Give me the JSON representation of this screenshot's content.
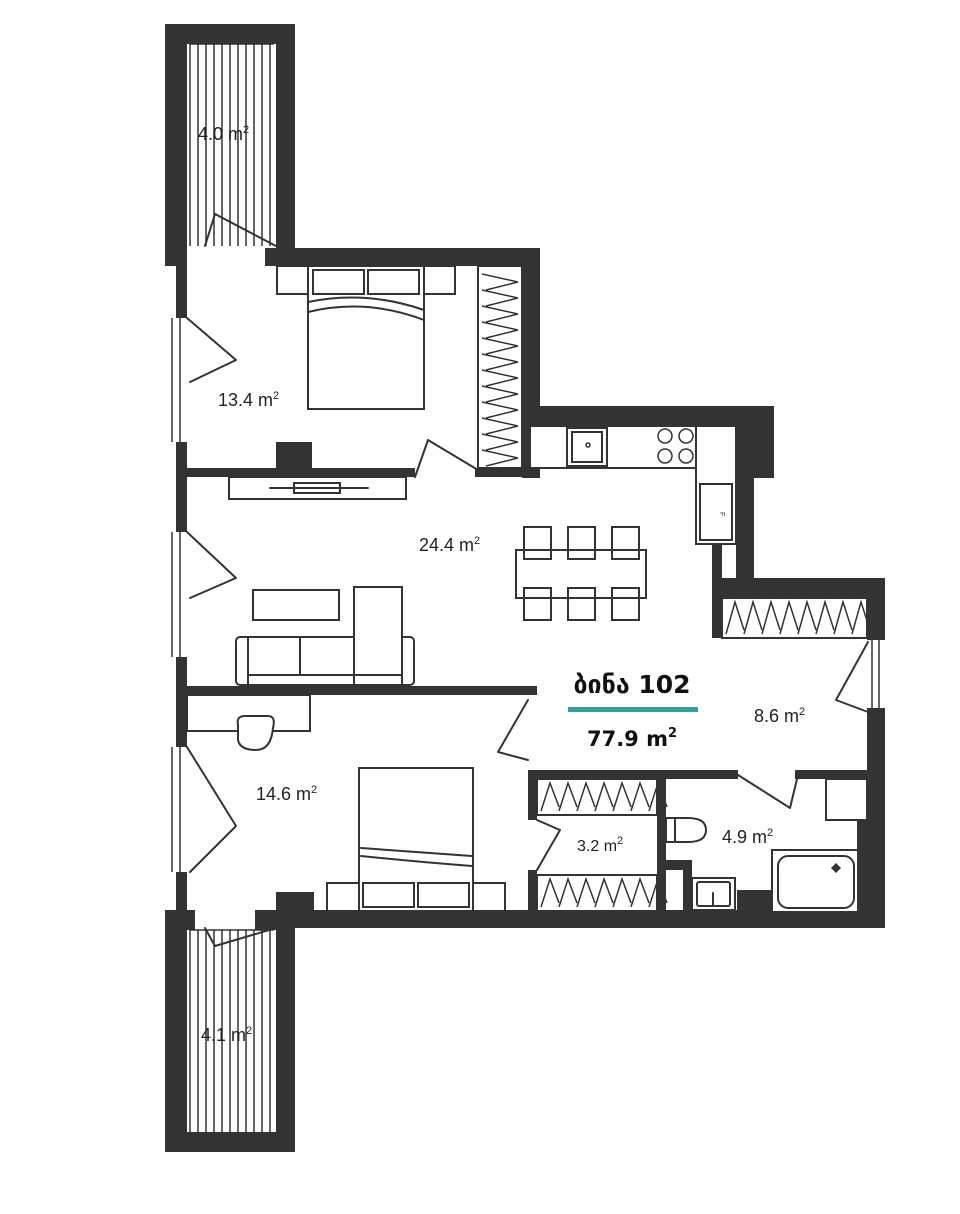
{
  "plan": {
    "apartment_title": "ბინა 102",
    "total_area": "77.9 m",
    "area_unit_sup": "2",
    "accent_color": "#3a9f9a",
    "fridge_label": "F",
    "rooms": [
      {
        "id": "balcony-top",
        "area": "4.0 m"
      },
      {
        "id": "bedroom-1",
        "area": "13.4 m"
      },
      {
        "id": "living-room",
        "area": "24.4 m"
      },
      {
        "id": "hall",
        "area": "8.6 m"
      },
      {
        "id": "bedroom-2",
        "area": "14.6 m"
      },
      {
        "id": "storage",
        "area": "3.2 m"
      },
      {
        "id": "bathroom",
        "area": "4.9 m"
      },
      {
        "id": "balcony-bottom",
        "area": "4.1 m"
      }
    ]
  }
}
